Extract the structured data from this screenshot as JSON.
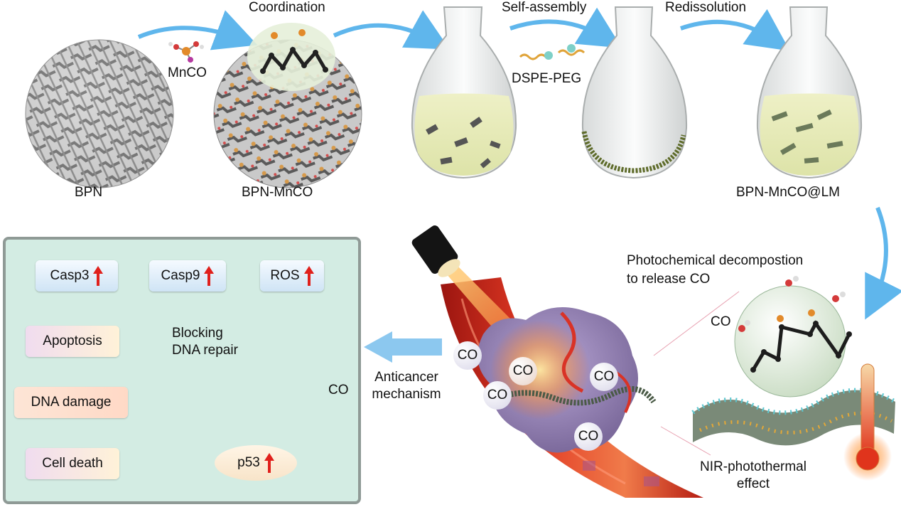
{
  "top_row": {
    "bpn_label": "BPN",
    "bpn_mnco_label": "BPN-MnCO",
    "coordination_label": "Coordination",
    "mnco_label": "MnCO",
    "self_assembly_label": "Self-assembly",
    "dspe_peg_label": "DSPE-PEG",
    "redissolution_label": "Redissolution",
    "bpn_mnco_lm_label": "BPN-MnCO@LM"
  },
  "mechanism_panel": {
    "casp3": "Casp3",
    "casp9": "Casp9",
    "ros": "ROS",
    "apoptosis": "Apoptosis",
    "blocking_line1": "Blocking",
    "blocking_line2": "DNA repair",
    "dna_damage": "DNA damage",
    "co": "CO",
    "cell_death": "Cell death",
    "p53": "p53"
  },
  "middle": {
    "anticancer_line1": "Anticancer",
    "anticancer_line2": "mechanism",
    "co_bubbles": [
      "CO",
      "CO",
      "CO",
      "CO",
      "CO"
    ]
  },
  "right": {
    "photochem_line1": "Photochemical decompostion",
    "photochem_line2": "to release CO",
    "co_label": "CO",
    "nir_line1": "NIR-photothermal",
    "nir_line2": "effect"
  },
  "colors": {
    "arrow_blue": "#5fb6ec",
    "panel_bg": "#d3ece3",
    "vessel_red": "#c8221a",
    "up_arrow_red": "#e0201c"
  }
}
